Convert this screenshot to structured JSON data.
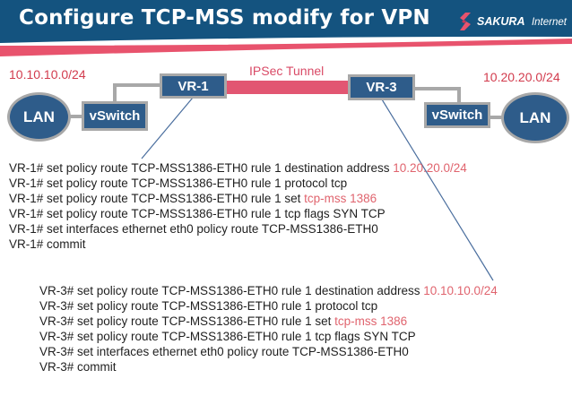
{
  "header": {
    "title": "Configure TCP-MSS modify for VPN",
    "logo": {
      "brand": "SAKURA",
      "suffix": "Internet",
      "icon": "sakura-bolt-icon"
    },
    "colors": {
      "bar_blue": "#14537f",
      "swoosh_pink": "#e8536d"
    }
  },
  "diagram": {
    "left_subnet": "10.10.10.0/24",
    "right_subnet": "10.20.20.0/24",
    "tunnel_label": "IPSec Tunnel",
    "nodes": {
      "lan_left": "LAN",
      "vswitch_left": "vSwitch",
      "vr1": "VR-1",
      "vr3": "VR-3",
      "vswitch_right": "vSwitch",
      "lan_right": "LAN"
    },
    "colors": {
      "node_fill": "#2e5c8a",
      "node_border": "#a8a8a8",
      "tunnel_bar": "#e25672",
      "red_label": "#d23b4d",
      "connector_gray": "#a8a8a8",
      "callout_blue": "#4a6e9e"
    }
  },
  "code_blocks": [
    {
      "name": "vr1-config",
      "lines": [
        {
          "text": "VR-1# set policy route TCP-MSS1386-ETH0 rule 1 destination address ",
          "highlight": "10.20.20.0/24"
        },
        {
          "text": "VR-1# set policy route TCP-MSS1386-ETH0 rule 1 protocol tcp",
          "highlight": ""
        },
        {
          "text": "VR-1# set policy route TCP-MSS1386-ETH0 rule 1 set ",
          "highlight": "tcp-mss 1386"
        },
        {
          "text": "VR-1# set policy route TCP-MSS1386-ETH0 rule 1 tcp flags SYN TCP",
          "highlight": ""
        },
        {
          "text": "VR-1# set interfaces ethernet eth0 policy route TCP-MSS1386-ETH0",
          "highlight": ""
        },
        {
          "text": "VR-1# commit",
          "highlight": ""
        }
      ]
    },
    {
      "name": "vr3-config",
      "lines": [
        {
          "text": "VR-3# set policy route TCP-MSS1386-ETH0 rule 1 destination address ",
          "highlight": "10.10.10.0/24"
        },
        {
          "text": "VR-3# set policy route TCP-MSS1386-ETH0 rule 1 protocol tcp",
          "highlight": ""
        },
        {
          "text": "VR-3# set policy route TCP-MSS1386-ETH0 rule 1 set ",
          "highlight": "tcp-mss 1386"
        },
        {
          "text": "VR-3# set policy route TCP-MSS1386-ETH0 rule 1 tcp flags SYN TCP",
          "highlight": ""
        },
        {
          "text": "VR-3# set interfaces ethernet eth0 policy route TCP-MSS1386-ETH0",
          "highlight": ""
        },
        {
          "text": "VR-3# commit",
          "highlight": ""
        }
      ]
    }
  ]
}
